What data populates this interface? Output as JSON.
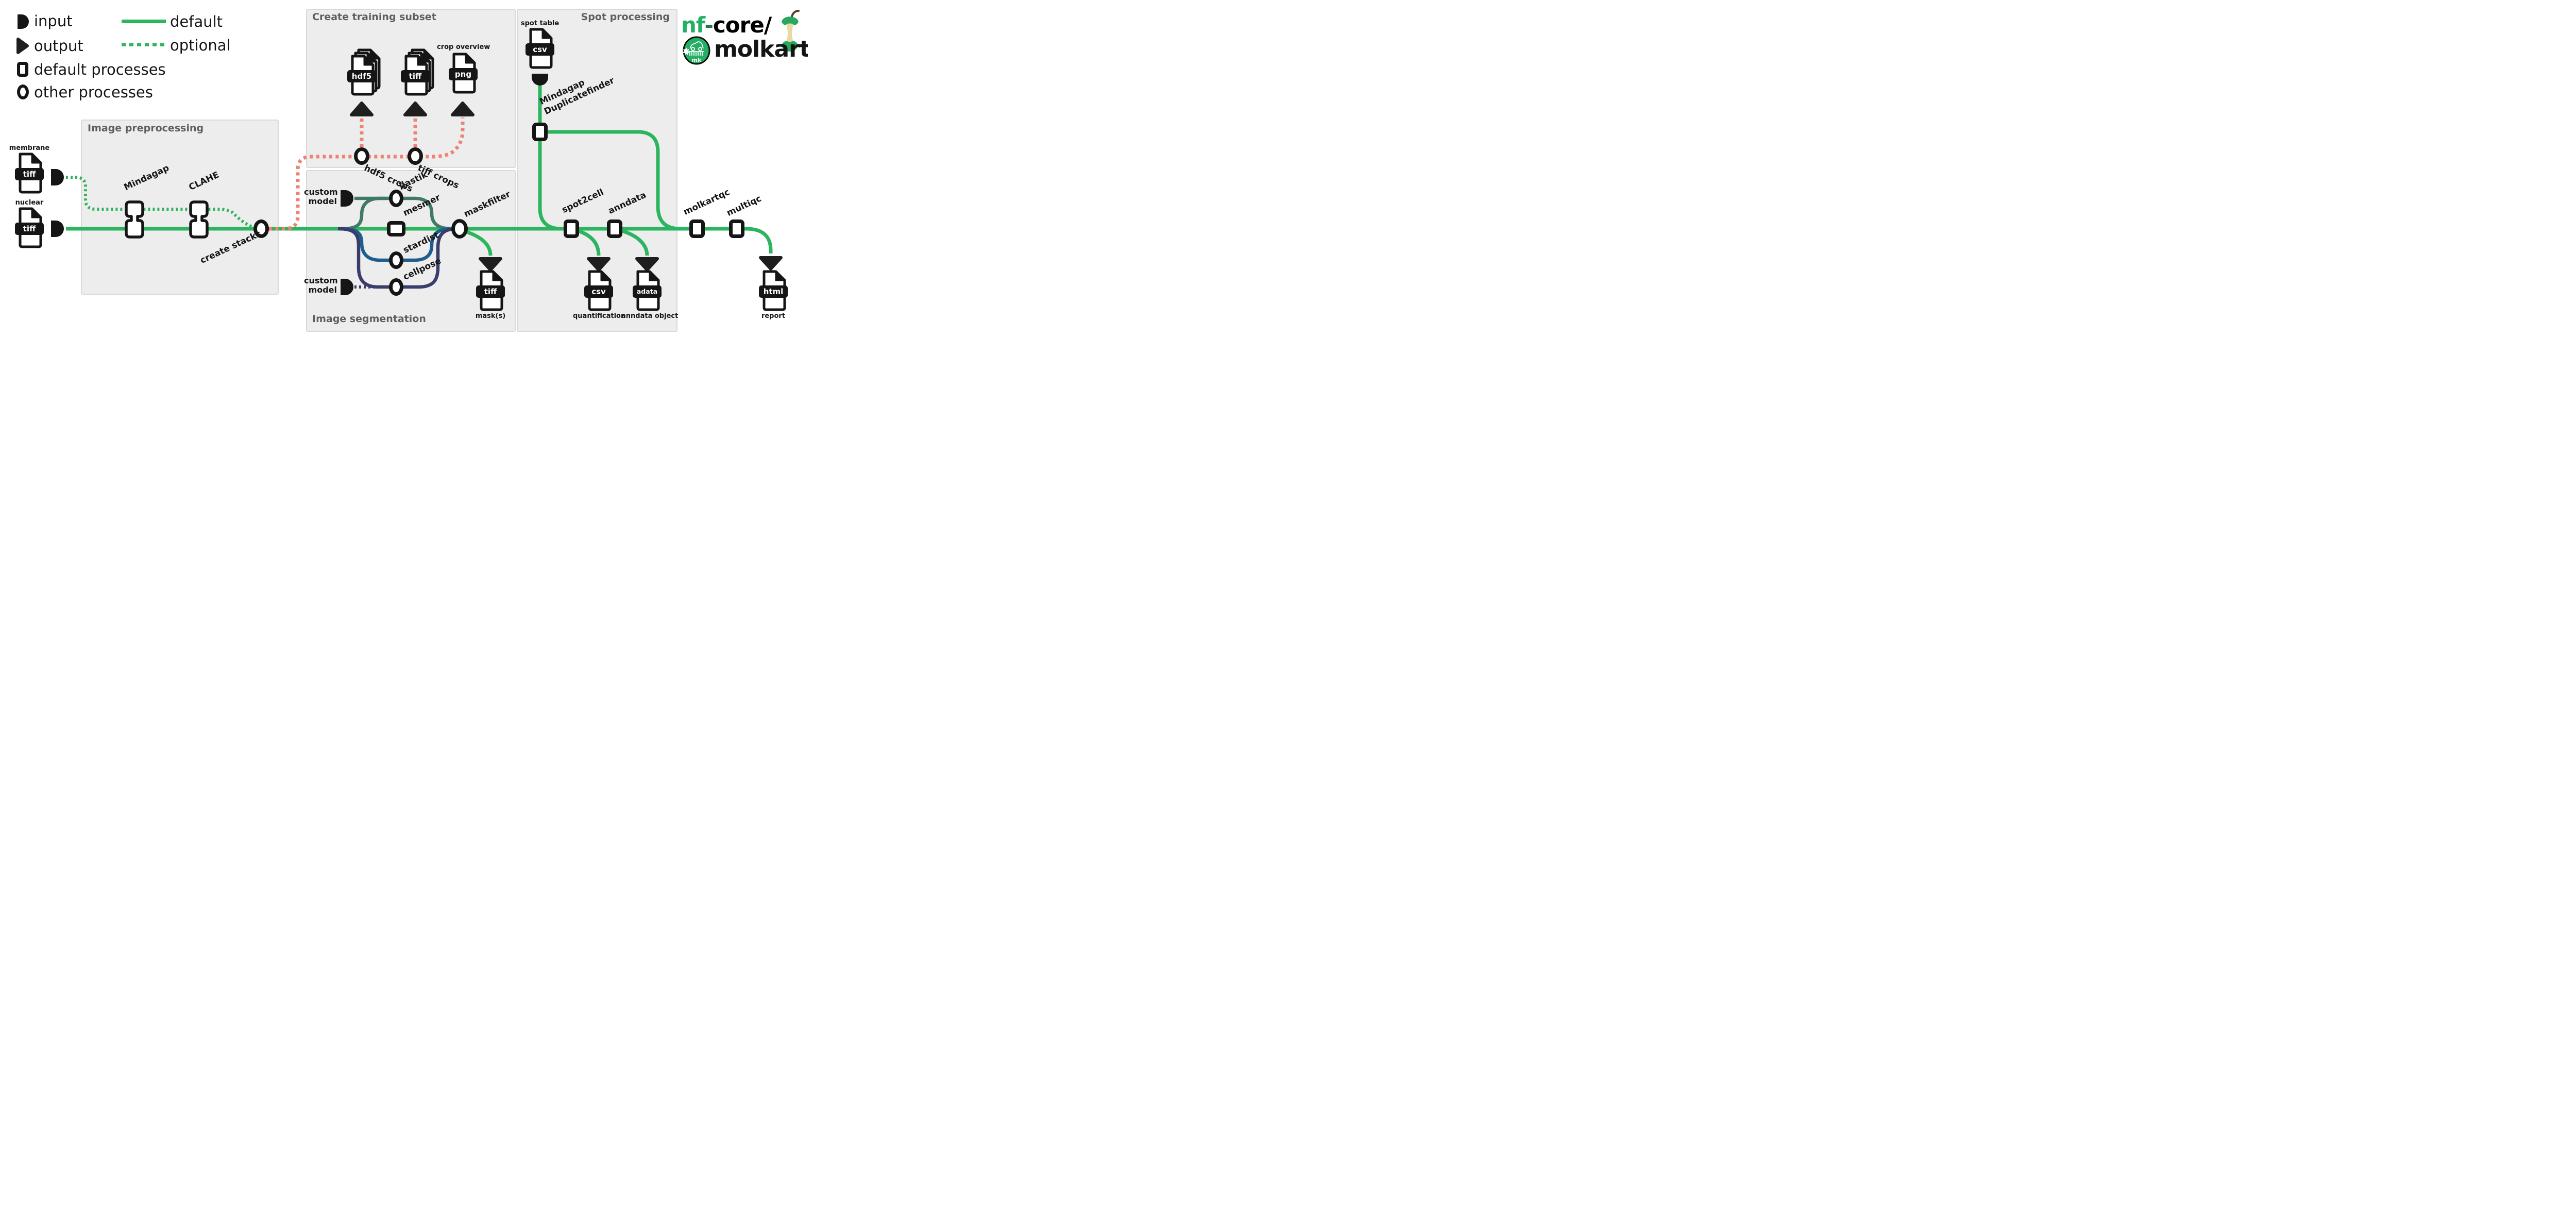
{
  "legend": {
    "input": "input",
    "output": "output",
    "default_processes": "default processes",
    "other_processes": "other processes",
    "default_line": "default",
    "optional_line": "optional"
  },
  "boxes": {
    "preprocessing": "Image preprocessing",
    "training": "Create training subset",
    "segmentation": "Image segmentation",
    "spot": "Spot processing"
  },
  "labels": {
    "membrane": "membrane",
    "nuclear": "nuclear",
    "mindagap": "Mindagap",
    "clahe": "CLAHE",
    "create_stacks": "create stacks",
    "crop_overview": "crop overview",
    "hdf5_crops": "hdf5 crops",
    "tiff_crops": "tiff crops",
    "custom": "custom",
    "model": "model",
    "ilastik": "ilastik",
    "mesmer": "mesmer",
    "stardist": "stardist",
    "cellpose": "cellpose",
    "maskfilter": "maskfilter",
    "masks": "mask(s)",
    "spot_table": "spot table",
    "mindagap_dup_l1": "Mindagap",
    "mindagap_dup_l2": "Duplicatefinder",
    "spot2cell": "spot2cell",
    "anndata": "anndata",
    "quantification": "quantification",
    "anndata_object": "anndata object",
    "molkartqc": "molkartqc",
    "multiqc": "multiqc",
    "report": "report"
  },
  "formats": {
    "tiff": "tiff",
    "hdf5": "hdf5",
    "png": "png",
    "csv": "csv",
    "adata": "adata",
    "html": "html"
  },
  "logo": {
    "nf": "nf",
    "hyphen": "-",
    "core": "core/",
    "name": "molkart",
    "badge": "mk"
  },
  "colors": {
    "default_green": "#2db45e",
    "optional_salmon": "#ef8273",
    "ilastik_teal": "#3f7a68",
    "stardist_blue": "#1d5e8e",
    "cellpose_navy": "#3a3c6c",
    "nf_core_green": "#24b064"
  }
}
